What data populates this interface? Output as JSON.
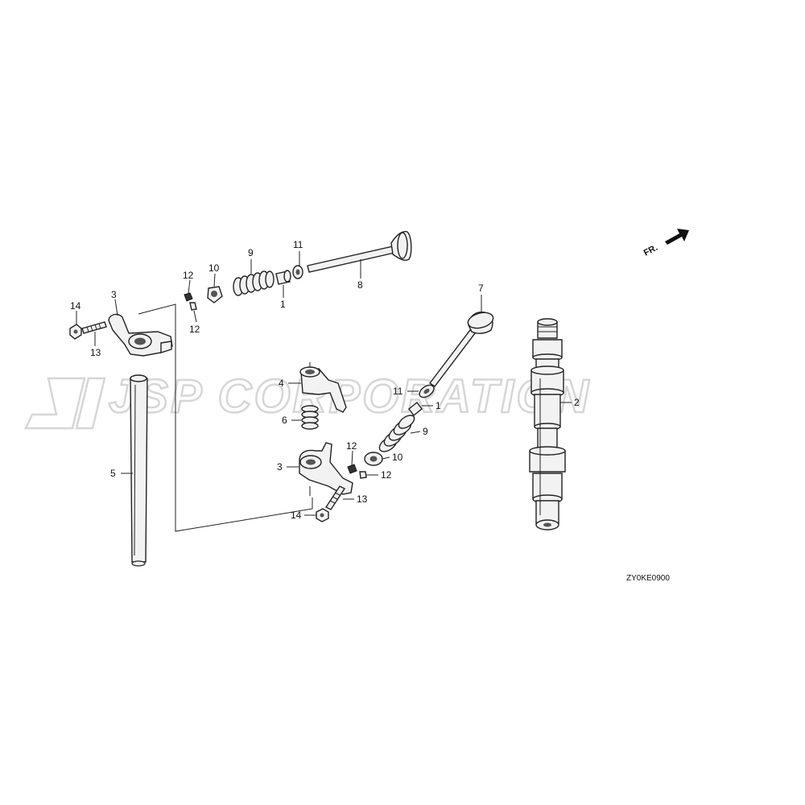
{
  "watermark": "JSP CORPORATION",
  "diagram_code": "ZY0KE0900",
  "direction_label": "FR.",
  "callouts": [
    {
      "id": "c-14a",
      "text": "14"
    },
    {
      "id": "c-3a",
      "text": "3"
    },
    {
      "id": "c-13a",
      "text": "13"
    },
    {
      "id": "c-12a",
      "text": "12"
    },
    {
      "id": "c-12b",
      "text": "12"
    },
    {
      "id": "c-10a",
      "text": "10"
    },
    {
      "id": "c-9a",
      "text": "9"
    },
    {
      "id": "c-1a",
      "text": "1"
    },
    {
      "id": "c-11a",
      "text": "11"
    },
    {
      "id": "c-8",
      "text": "8"
    },
    {
      "id": "c-7",
      "text": "7"
    },
    {
      "id": "c-5",
      "text": "5"
    },
    {
      "id": "c-4",
      "text": "4"
    },
    {
      "id": "c-6",
      "text": "6"
    },
    {
      "id": "c-3b",
      "text": "3"
    },
    {
      "id": "c-14b",
      "text": "14"
    },
    {
      "id": "c-13b",
      "text": "13"
    },
    {
      "id": "c-12c",
      "text": "12"
    },
    {
      "id": "c-12d",
      "text": "12"
    },
    {
      "id": "c-10b",
      "text": "10"
    },
    {
      "id": "c-9b",
      "text": "9"
    },
    {
      "id": "c-1b",
      "text": "1"
    },
    {
      "id": "c-11b",
      "text": "11"
    },
    {
      "id": "c-2",
      "text": "2"
    }
  ]
}
